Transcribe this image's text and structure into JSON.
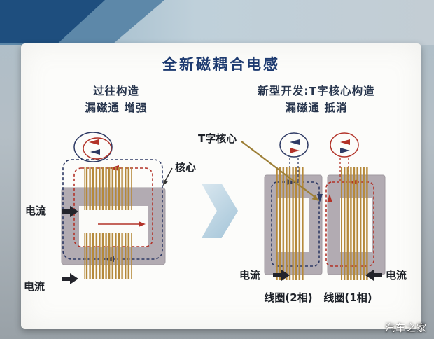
{
  "title": "全新磁耦合电感",
  "watermark": "汽车之家",
  "left_panel": {
    "header_line1": "过往构造",
    "header_line2": "漏磁通 增强",
    "core_label": "核心",
    "current_top": "电流",
    "current_bottom": "电流"
  },
  "right_panel": {
    "header_line1": "新型开发:T字核心构造",
    "header_line2": "漏磁通 抵消",
    "tcore_label": "T字核心",
    "current_left": "电流",
    "current_right": "电流",
    "coil_label_left": "线圈(2相)",
    "coil_label_right": "线圈(1相)"
  },
  "colors": {
    "flux_red": "#b23228",
    "flux_navy": "#2e3a64",
    "coil_gold": "#b5893a",
    "core_gray": "#b2abb2",
    "title_navy": "#1d3a70",
    "chevron_blue": "#a3c4d8",
    "corner_navy": "#1e4e7e"
  }
}
